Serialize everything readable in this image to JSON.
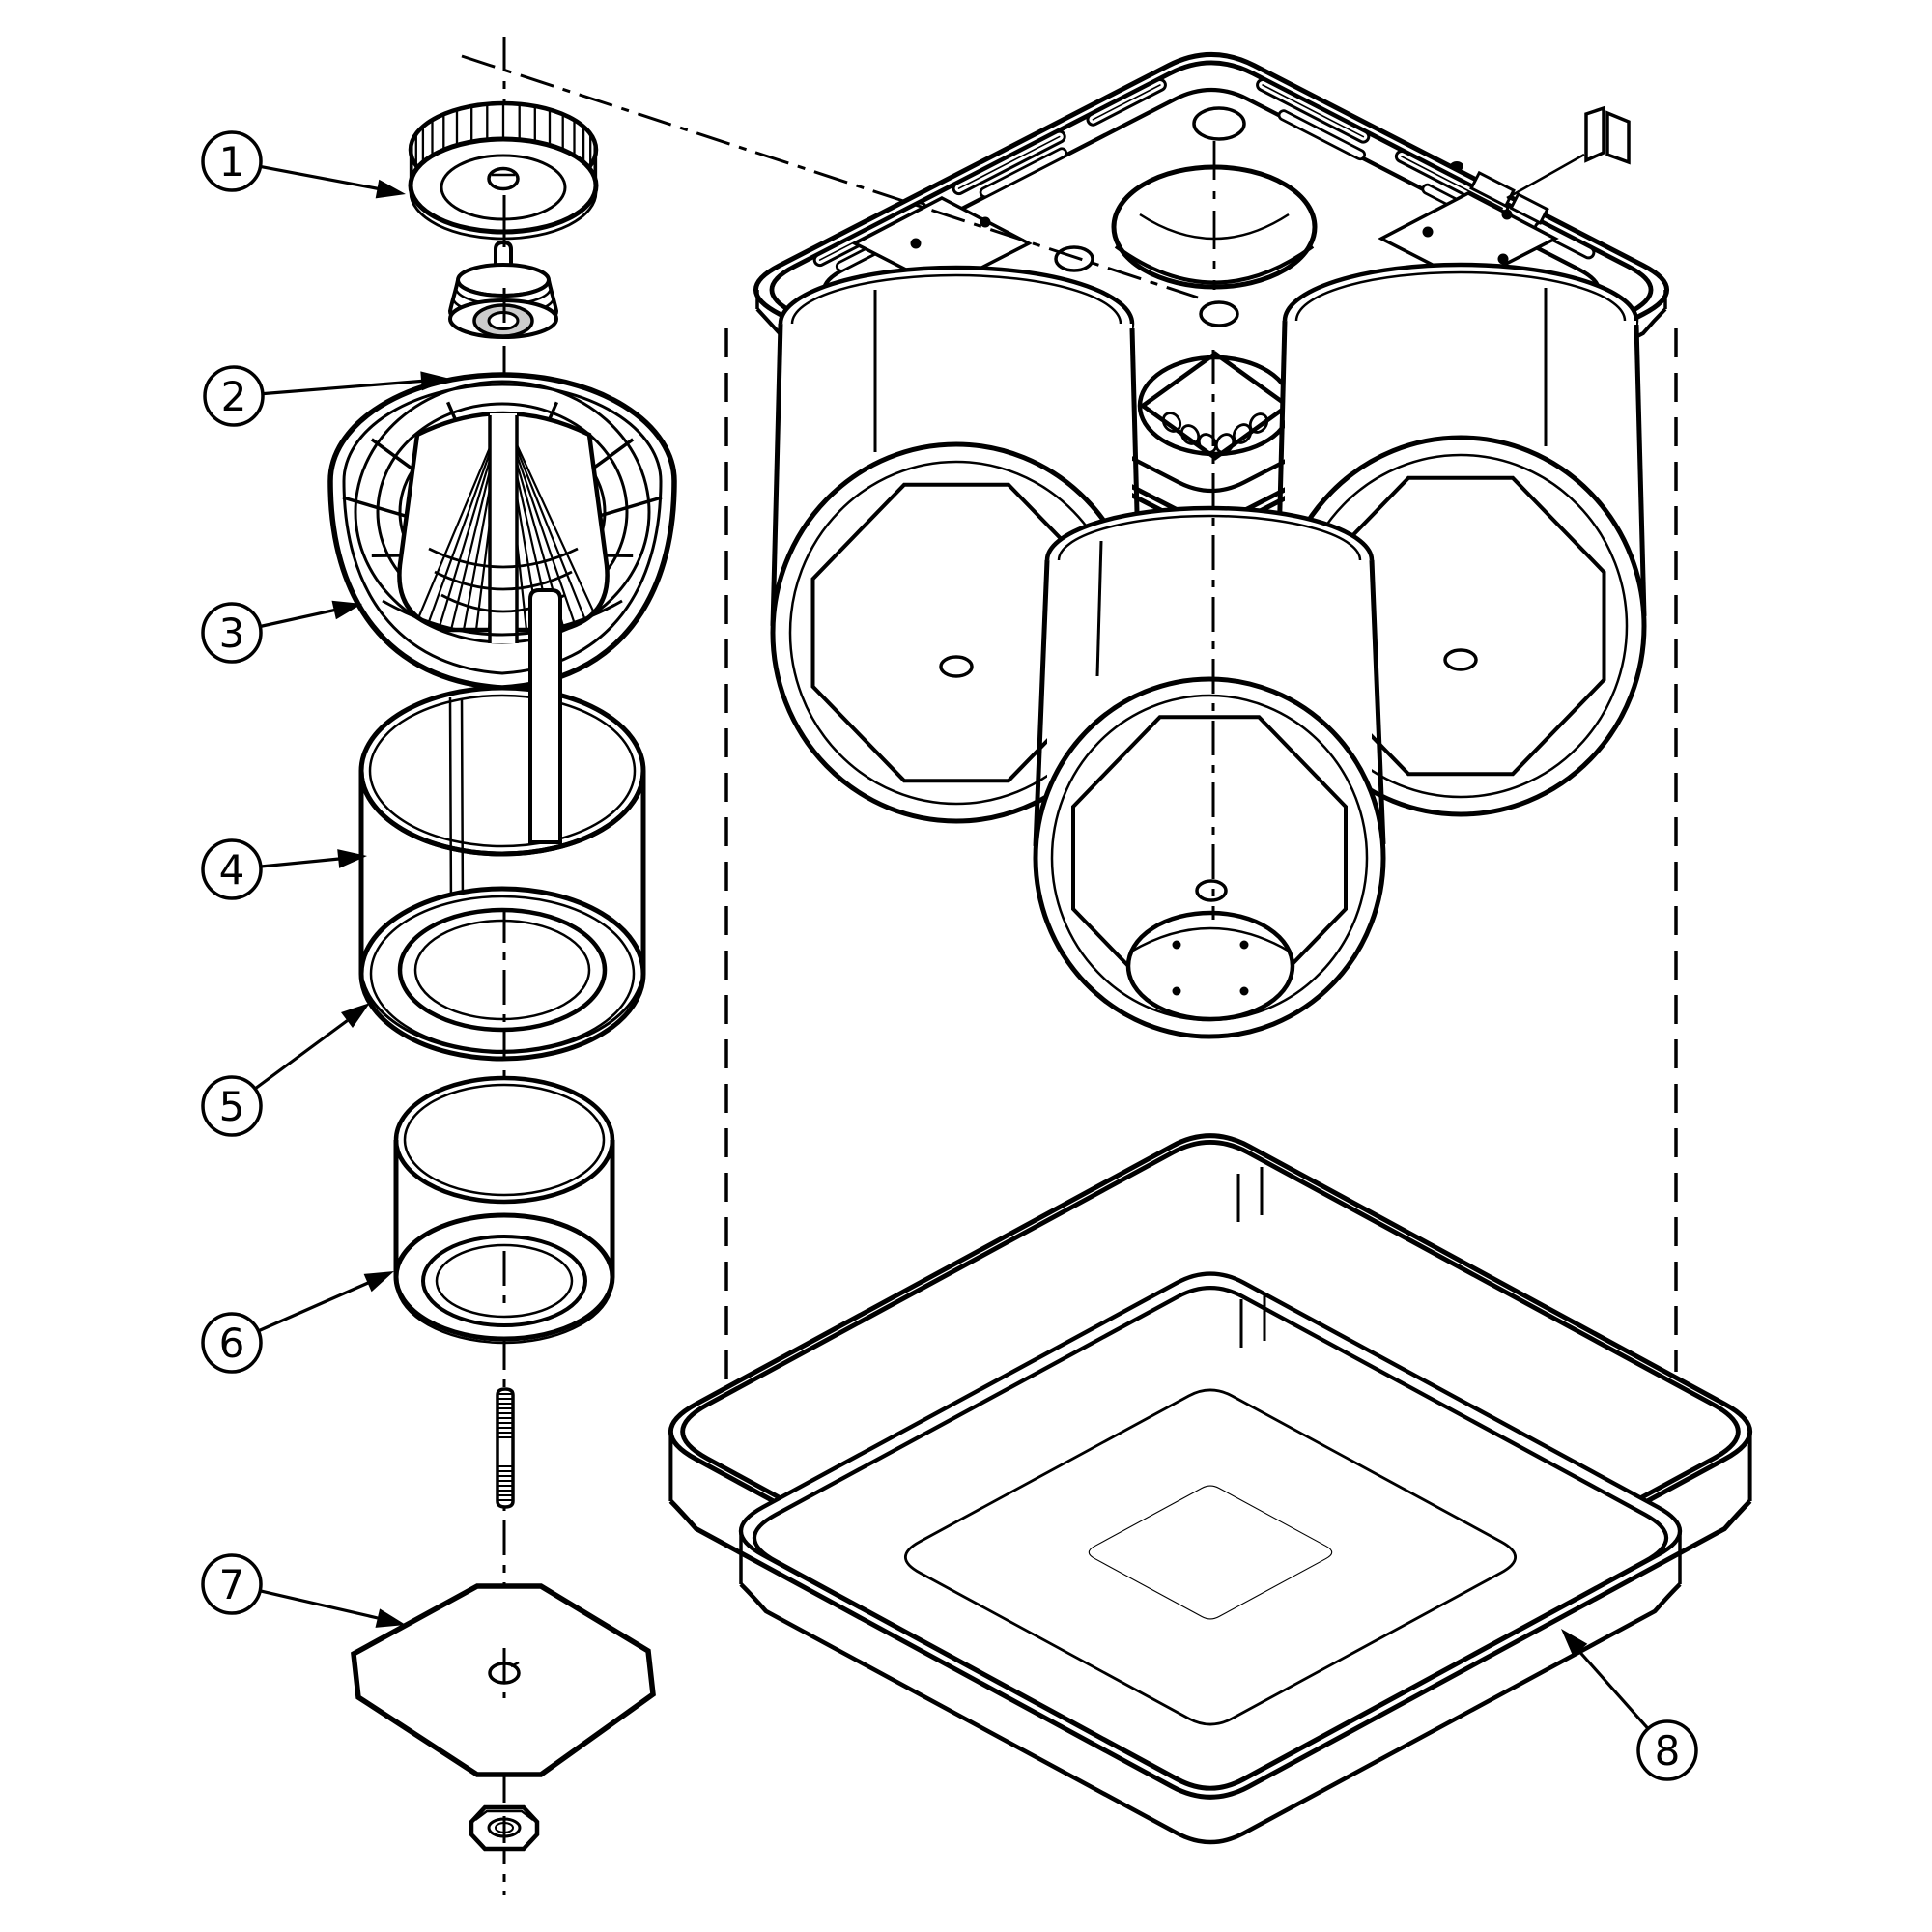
{
  "diagram": {
    "background": "#ffffff",
    "line_color": "#000000",
    "washer_fill": "#cccccc",
    "callouts": [
      {
        "label": "1"
      },
      {
        "label": "2"
      },
      {
        "label": "3"
      },
      {
        "label": "4"
      },
      {
        "label": "5"
      },
      {
        "label": "6"
      },
      {
        "label": "7"
      },
      {
        "label": "8"
      }
    ]
  }
}
